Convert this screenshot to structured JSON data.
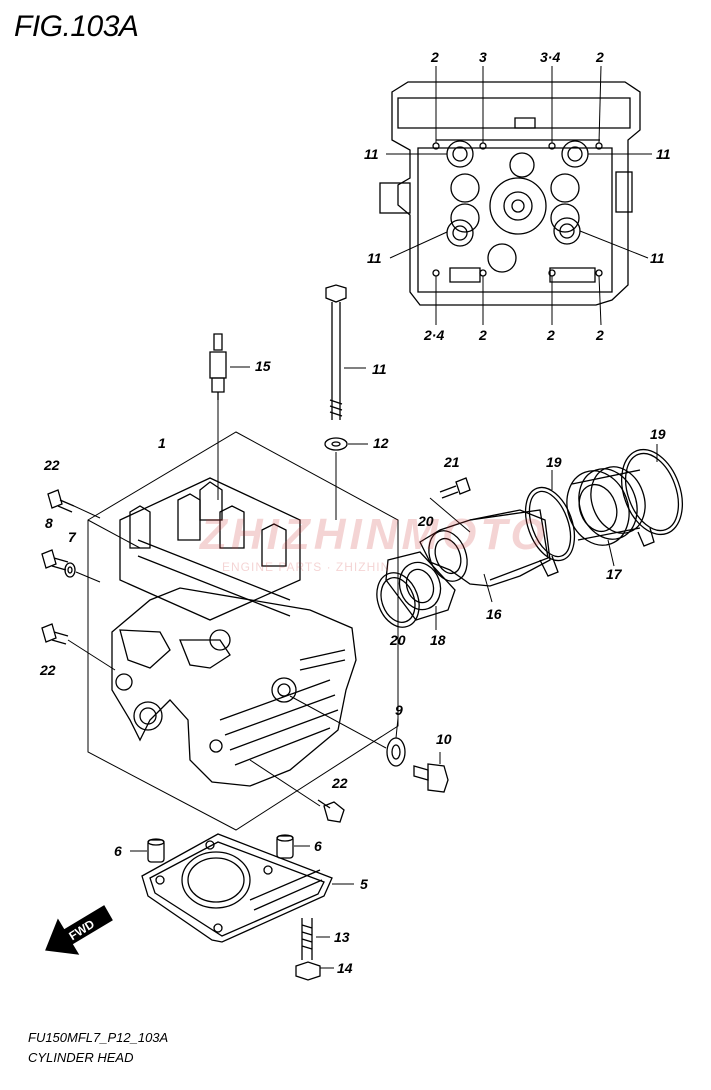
{
  "header": {
    "figure_title": "FIG.103A"
  },
  "footer": {
    "model_code": "FU150MFL7_P12_103A",
    "section_name": "CYLINDER HEAD"
  },
  "watermark": {
    "brand_text": "ZHIZHINMOTO",
    "sub_text": "ENGINE PARTS · ZHIZHIN"
  },
  "fwd_marker": {
    "label": "FWD"
  },
  "callouts": {
    "top_view": {
      "c2_a": "2",
      "c3_a": "3",
      "c34_a": "3·4",
      "c2_b": "2",
      "c11_tl": "11",
      "c11_tr": "11",
      "c11_ml": "11",
      "c11_mr": "11",
      "c24_b": "2·4",
      "c2_c": "2",
      "c2_d": "2",
      "c2_e": "2"
    },
    "main": {
      "c15": "15",
      "c11": "11",
      "c12": "12",
      "c1": "1",
      "c22_a": "22",
      "c8": "8",
      "c7": "7",
      "c22_b": "22",
      "c21": "21",
      "c20_a": "20",
      "c19_a": "19",
      "c19_b": "19",
      "c17": "17",
      "c16": "16",
      "c18": "18",
      "c20_b": "20",
      "c9": "9",
      "c10": "10",
      "c22_c": "22",
      "c6_a": "6",
      "c6_b": "6",
      "c5": "5",
      "c13": "13",
      "c14": "14"
    }
  }
}
